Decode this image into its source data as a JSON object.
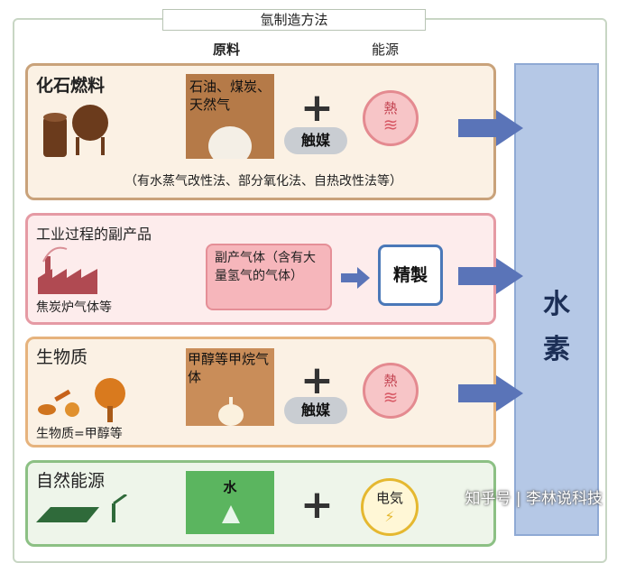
{
  "title": "氫制造方法",
  "columns": {
    "raw_material": "原料",
    "energy": "能源"
  },
  "hydrogen": {
    "line1": "水",
    "line2": "素"
  },
  "rows": {
    "fossil": {
      "title": "化石燃料",
      "material": "石油、煤炭、天然气",
      "catalyst": "触媒",
      "heat": "熱",
      "note": "（有水蒸气改性法、部分氧化法、自热改性法等）"
    },
    "industrial": {
      "title": "工业过程的副产品",
      "caption": "焦炭炉气体等",
      "gas": "副产气体（含有大量氢气的气体）",
      "purify": "精製"
    },
    "biomass": {
      "title": "生物质",
      "material": "甲醇等甲烷气体",
      "catalyst": "触媒",
      "heat": "熱",
      "caption": "生物质=甲醇等"
    },
    "natural": {
      "title": "自然能源",
      "material": "水",
      "energy": "电気"
    }
  },
  "watermark": "知乎号 | 李林说科技",
  "colors": {
    "arrow": "#5a74b8",
    "hydrogen_column": "#b5c8e6",
    "fossil_border": "#c9a27a",
    "industrial_border": "#e59aa4",
    "natural_border": "#8cc084",
    "material_box": "#b57a48"
  },
  "icons": [
    "oil-barrel-icon",
    "gas-tank-icon",
    "factory-icon",
    "biomass-icon",
    "tree-icon",
    "heat-icon",
    "solar-panel-icon",
    "wind-turbine-icon"
  ]
}
